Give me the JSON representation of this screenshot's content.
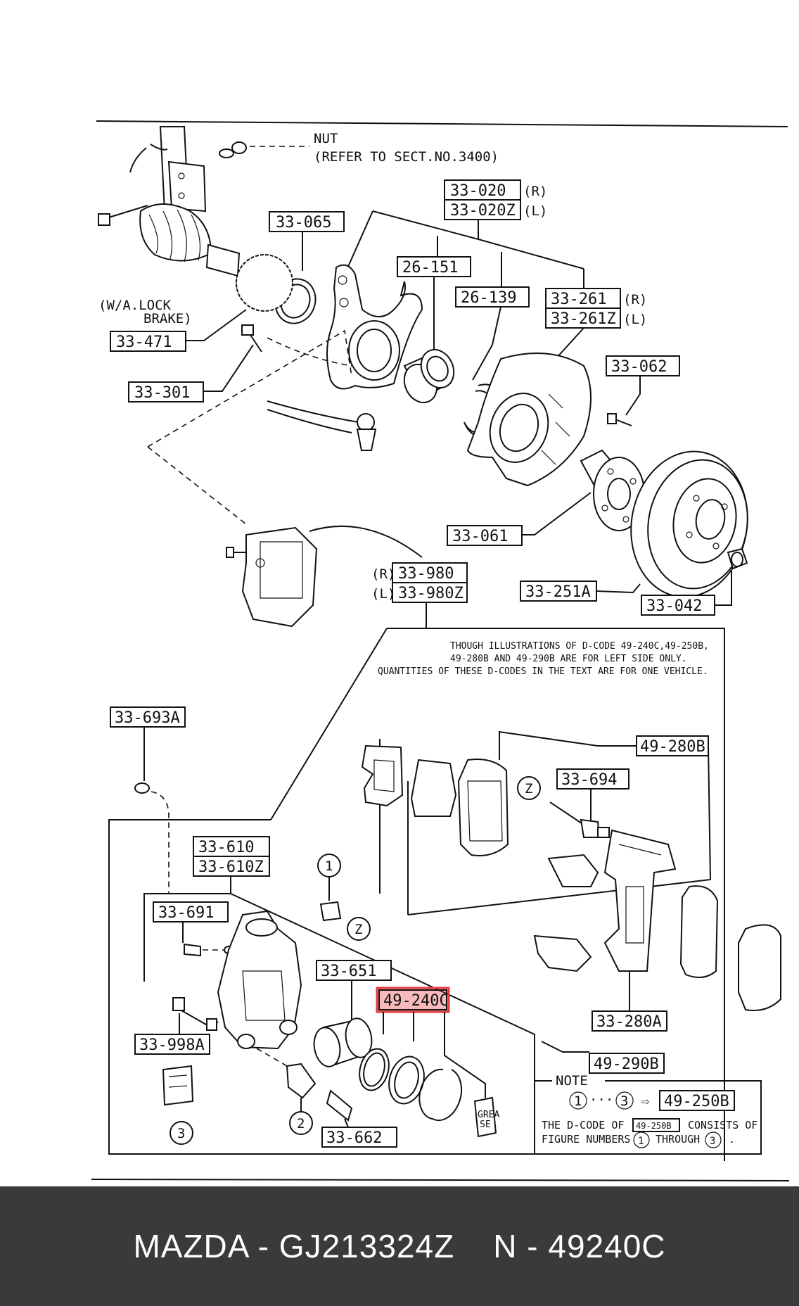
{
  "labels": {
    "nut": "NUT",
    "nut_ref": "(REFER TO SECT.NO.3400)",
    "p33020": "33-020",
    "p33020z": "33-020Z",
    "r": "(R)",
    "l": "(L)",
    "p33065": "33-065",
    "p26151": "26-151",
    "p26139": "26-139",
    "p33261": "33-261",
    "p33261z": "33-261Z",
    "walock1": "(W/A.LOCK",
    "walock2": "BRAKE)",
    "p33471": "33-471",
    "p33301": "33-301",
    "p33062": "33-062",
    "p33061": "33-061",
    "p33980": "33-980",
    "p33980z": "33-980Z",
    "p33251a": "33-251A",
    "p33042": "33-042",
    "note1": "THOUGH ILLUSTRATIONS OF D-CODE 49-240C,49-250B,",
    "note2": "49-280B AND 49-290B ARE FOR LEFT SIDE ONLY.",
    "note3": "QUANTITIES OF THESE D-CODES IN THE TEXT ARE FOR ONE VEHICLE.",
    "p33693a": "33-693A",
    "p49280b": "49-280B",
    "p33694": "33-694",
    "z": "Z",
    "p33610": "33-610",
    "p33610z": "33-610Z",
    "n1": "1",
    "n2": "2",
    "n3": "3",
    "p33691": "33-691",
    "p33651": "33-651",
    "p49240c": "49-240C",
    "p33280a": "33-280A",
    "p33998a": "33-998A",
    "p49290b": "49-290B",
    "p33662": "33-662",
    "note_title": "NOTE",
    "note_range_dots": "···",
    "note_arrow": "⇨",
    "p49250b": "49-250B",
    "note_line1a": "THE D-CODE OF",
    "note_line1b": "CONSISTS OF",
    "note_line2a": "FIGURE NUMBERS",
    "note_line2b": "THROUGH",
    "note_period": ".",
    "grease": "GREA\nSE"
  },
  "highlight_color": "#e8393c",
  "footer": {
    "text": "MAZDA - GJ213324Z    N - 49240C"
  }
}
